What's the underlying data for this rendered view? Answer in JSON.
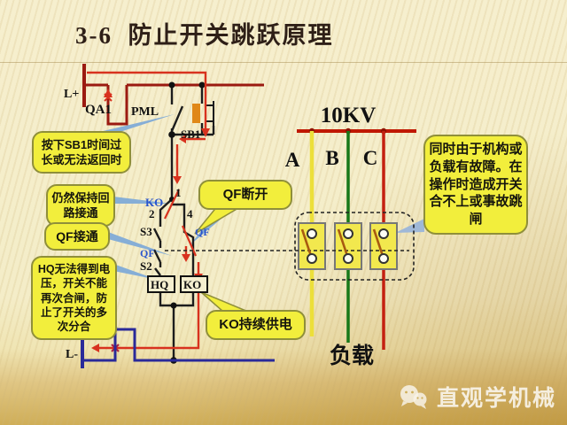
{
  "slide": {
    "title": "3-6  防止开关跳跃原理",
    "watermark": "直观学机械"
  },
  "control_circuit": {
    "labels": {
      "l_plus": "L+",
      "qa1": "QA1",
      "pml": "PML",
      "sb1": "SB1",
      "ko": "KO",
      "n1": "1",
      "n2": "2",
      "n4": "4",
      "s3": "S3",
      "qf": "QF",
      "s2": "S2",
      "hq": "HQ",
      "l_minus": "L-"
    },
    "callouts": [
      {
        "id": "c1",
        "text": "按下SB1时间过长或无法返回时"
      },
      {
        "id": "c2",
        "text": "仍然保持回路接通"
      },
      {
        "id": "c3",
        "text": "QF接通"
      },
      {
        "id": "c4",
        "text": "HQ无法得到电压，开关不能再次合闸，防止了开关的多次分合"
      },
      {
        "id": "c5",
        "text": "QF断开"
      },
      {
        "id": "c6",
        "text": "KO持续供电"
      },
      {
        "id": "c7",
        "text": "同时由于机构或负载有故障。在操作时造成开关合不上或事故跳闸"
      }
    ]
  },
  "power_circuit": {
    "bus_label": "10KV",
    "phases": [
      {
        "label": "A",
        "color": "#ecdf3a"
      },
      {
        "label": "B",
        "color": "#187818"
      },
      {
        "label": "C",
        "color": "#c42010"
      }
    ],
    "load_label": "负载"
  },
  "colors": {
    "background": "#f4edc8",
    "callout_bg": "#f2ee3c",
    "circuit_red": "#9b1a10",
    "flow_red": "#d8321e",
    "circuit_blue": "#2a2a99",
    "pointer_blue": "#86aed6",
    "bus_red": "#c01800"
  }
}
